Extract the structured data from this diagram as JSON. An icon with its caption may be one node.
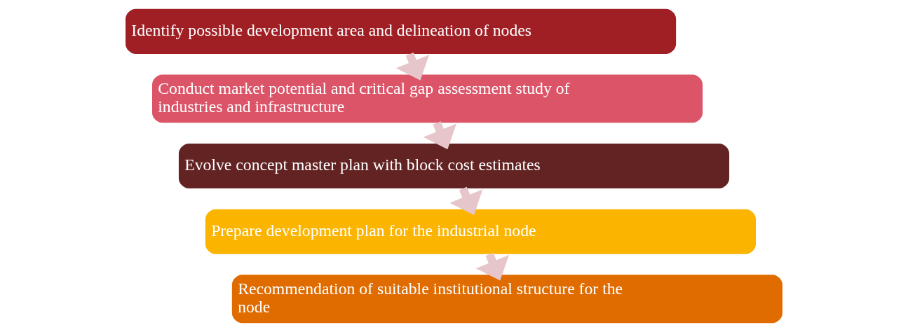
{
  "diagram": {
    "nodes": [
      {
        "text": [
          "Identify possible development area and delineation of nodes"
        ]
      },
      {
        "text": [
          "Conduct market potential and critical gap assessment study of industries and infrastructure"
        ]
      },
      {
        "text": [
          "Evolve concept master plan with block cost estimates"
        ]
      },
      {
        "text": [
          "Prepare development plan for the industrial node"
        ]
      },
      {
        "text": [
          "Recommendation of suitable institutional structure for the node"
        ]
      }
    ],
    "edges": [
      {
        "from": 0,
        "to": 1,
        "arrow": "to"
      },
      {
        "from": 1,
        "to": 2,
        "arrow": "to"
      },
      {
        "from": 2,
        "to": 3,
        "arrow": "to"
      },
      {
        "from": 3,
        "to": 4,
        "arrow": "to"
      }
    ]
  }
}
